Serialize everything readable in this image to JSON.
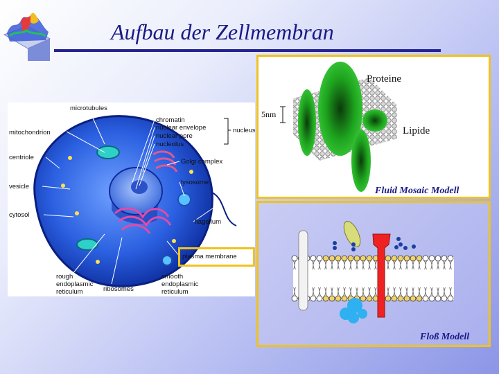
{
  "title": "Aufbau der Zellmembran",
  "cell_diagram": {
    "labels": {
      "microtubules": "microtubules",
      "mitochondrion": "mitochondrion",
      "centriole": "centriole",
      "vesicle": "vesicle",
      "cytosol": "cytosol",
      "chromatin": "chromatin",
      "nuclear_envelope": "nuclear envelope",
      "nuclear_pore": "nuclear pore",
      "nucleolus": "nucleolus",
      "nucleus": "nucleus",
      "golgi": "Golgi complex",
      "lysosome": "lysosome",
      "flagellum": "flagellum",
      "plasma_membrane": "plasma membrane",
      "rough_er_1": "rough",
      "rough_er_2": "endoplasmic",
      "rough_er_3": "reticulum",
      "ribosomes": "ribosomes",
      "smooth_er_1": "smooth",
      "smooth_er_2": "endoplasmic",
      "smooth_er_3": "reticulum"
    }
  },
  "fluid_mosaic": {
    "scale": "5nm",
    "proteins_label": "Proteine",
    "lipids_label": "Lipide",
    "caption": "Fluid Mosaic Modell"
  },
  "raft_model": {
    "caption": "Floß Modell"
  },
  "colors": {
    "title": "#1a1a86",
    "rule": "#232392",
    "frame": "#f1c21b",
    "cell": "#2a5fe0",
    "protein": "#22b422"
  }
}
